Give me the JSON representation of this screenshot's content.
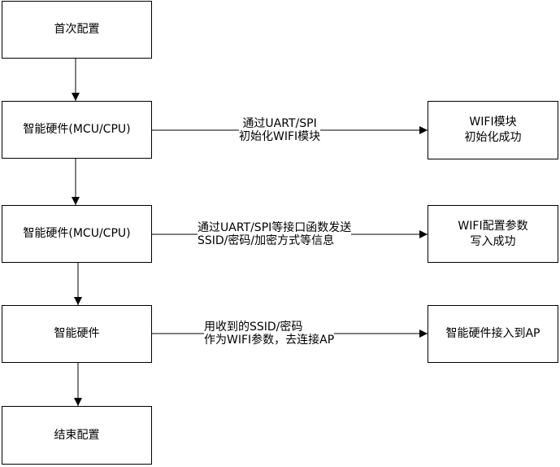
{
  "diagram": {
    "nodes": {
      "first_config": "首次配置",
      "hw_mcu_1": "智能硬件(MCU/CPU)",
      "wifi_init_done": [
        "WIFI模块",
        "初始化成功"
      ],
      "hw_mcu_2": "智能硬件(MCU/CPU)",
      "wifi_params_done": [
        "WIFI配置参数",
        "写入成功"
      ],
      "hw_3": "智能硬件",
      "hw_connected_ap": "智能硬件接入到AP",
      "end_config": "结束配置"
    },
    "edge_labels": {
      "init_wifi": [
        "通过UART/SPI",
        "初始化WIFI模块"
      ],
      "send_params": [
        "通过UART/SPI等接口函数发送",
        "SSID/密码/加密方式等信息"
      ],
      "connect_ap": [
        "用收到的SSID/密码",
        "作为WIFI参数，去连接AP"
      ]
    },
    "colors": {
      "stroke": "#000000",
      "fill": "#ffffff"
    }
  }
}
